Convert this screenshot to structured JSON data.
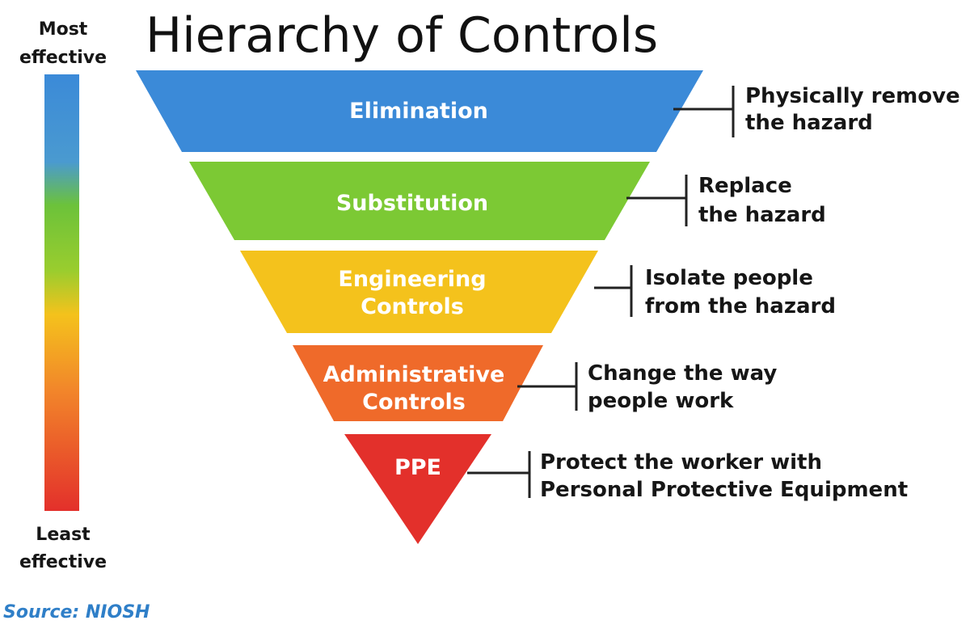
{
  "title": "Hierarchy of Controls",
  "scale": {
    "top_label": [
      "Most",
      "effective"
    ],
    "bottom_label": [
      "Least",
      "effective"
    ]
  },
  "levels": [
    {
      "label": [
        "Elimination"
      ],
      "description": [
        "Physically remove",
        "the hazard"
      ],
      "color": "#3b8ad8"
    },
    {
      "label": [
        "Substitution"
      ],
      "description": [
        "Replace",
        "the hazard"
      ],
      "color": "#7cc934"
    },
    {
      "label": [
        "Engineering",
        "Controls"
      ],
      "description": [
        "Isolate people",
        "from the hazard"
      ],
      "color": "#f4c21c"
    },
    {
      "label": [
        "Administrative",
        "Controls"
      ],
      "description": [
        "Change the way",
        "people work"
      ],
      "color": "#ef6a2a"
    },
    {
      "label": [
        "PPE"
      ],
      "description": [
        "Protect the worker with",
        "Personal Protective Equipment"
      ],
      "color": "#e3302b"
    }
  ],
  "source": "Source: NIOSH"
}
